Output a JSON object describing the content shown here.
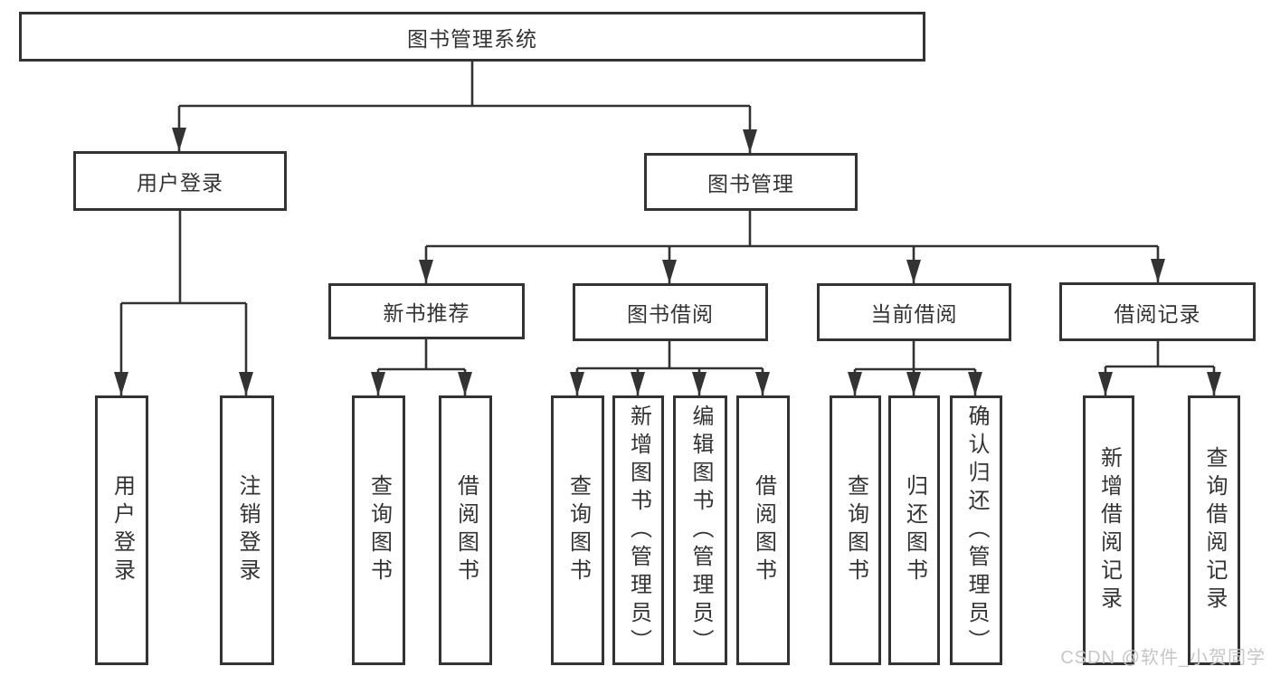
{
  "diagram": {
    "root": {
      "label": "图书管理系统"
    },
    "branches": [
      {
        "label": "用户登录",
        "children": [
          {
            "label": "用户登录"
          },
          {
            "label": "注销登录"
          }
        ]
      },
      {
        "label": "图书管理",
        "children": [
          {
            "label": "新书推荐",
            "children": [
              {
                "label": "查询图书"
              },
              {
                "label": "借阅图书"
              }
            ]
          },
          {
            "label": "图书借阅",
            "children": [
              {
                "label": "查询图书"
              },
              {
                "label": "新增图书（管理员）"
              },
              {
                "label": "编辑图书（管理员）"
              },
              {
                "label": "借阅图书"
              }
            ]
          },
          {
            "label": "当前借阅",
            "children": [
              {
                "label": "查询图书"
              },
              {
                "label": "归还图书"
              },
              {
                "label": "确认归还（管理员）"
              }
            ]
          },
          {
            "label": "借阅记录",
            "children": [
              {
                "label": "新增借阅记录"
              },
              {
                "label": "查询借阅记录"
              }
            ]
          }
        ]
      }
    ]
  },
  "watermark": {
    "text": "CSDN @软件_小贺同学",
    "color": "#c6c6c6"
  },
  "colors": {
    "background": "#ffffff",
    "line": "#333333",
    "box_border": "#333333",
    "text": "#333333"
  }
}
